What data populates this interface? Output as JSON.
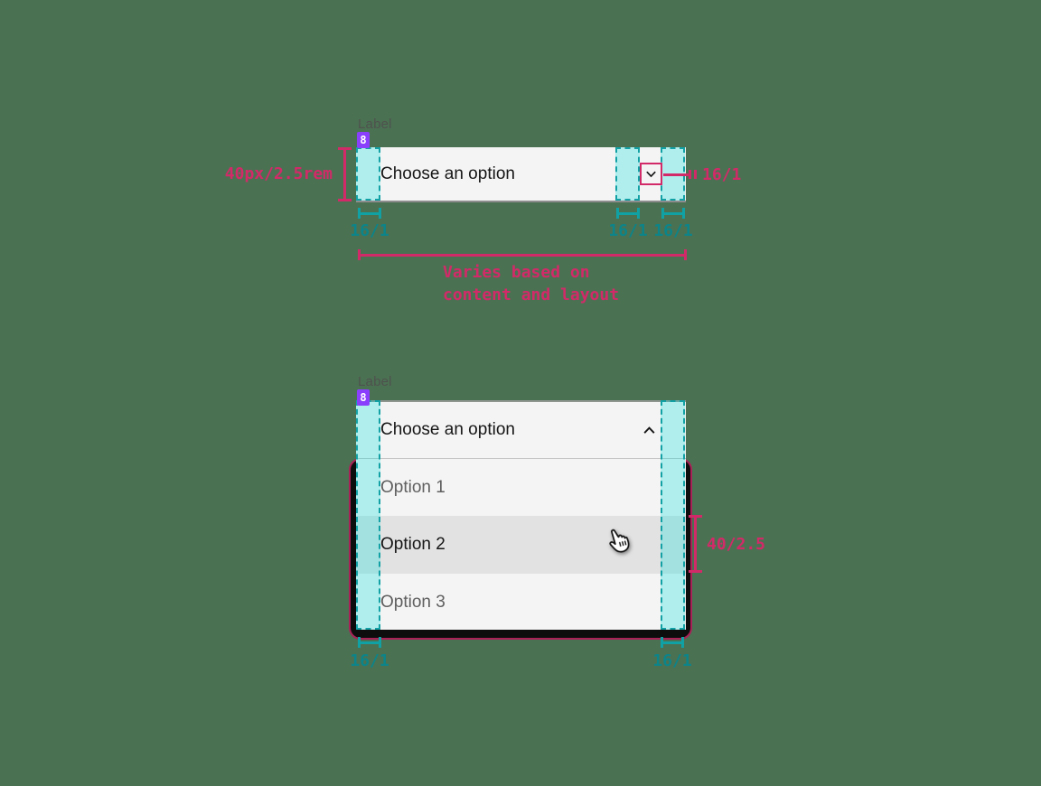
{
  "closed_dropdown": {
    "label": "Label",
    "value": "Choose an option"
  },
  "open_dropdown": {
    "label": "Label",
    "value": "Choose an option",
    "options": [
      "Option 1",
      "Option 2",
      "Option 3"
    ],
    "highlighted_option": "Option 2"
  },
  "annotations": {
    "closed": {
      "label_gap": "8",
      "height": "40px/2.5rem",
      "icon_touch_target": "16/1",
      "padding_left": "16/1",
      "icon_gap": "16/1",
      "padding_right": "16/1",
      "width_note": [
        "Varies based on",
        "content and layout"
      ]
    },
    "open": {
      "label_gap": "8",
      "row_height": "40/2.5",
      "padding_left": "16/1",
      "padding_right": "16/1"
    }
  },
  "icons": {
    "closed_field": "chevron-down-icon",
    "open_field": "chevron-up-icon",
    "pointer": "hand-cursor-icon"
  },
  "colors": {
    "background": "#4b7153",
    "annotation_pink": "#d22a68",
    "annotation_teal": "#10a1a5",
    "overlay_fill": "rgba(0,220,220,0.28)",
    "spacing_badge_purple": "#8a3ffc",
    "field_background": "#f4f4f4",
    "field_border_bottom": "#8d8d8d",
    "menu_highlight": "#e2e2e2",
    "text_primary": "#161616",
    "text_secondary": "#5f5f5f",
    "menu_shadow": "#0d0d0d"
  }
}
